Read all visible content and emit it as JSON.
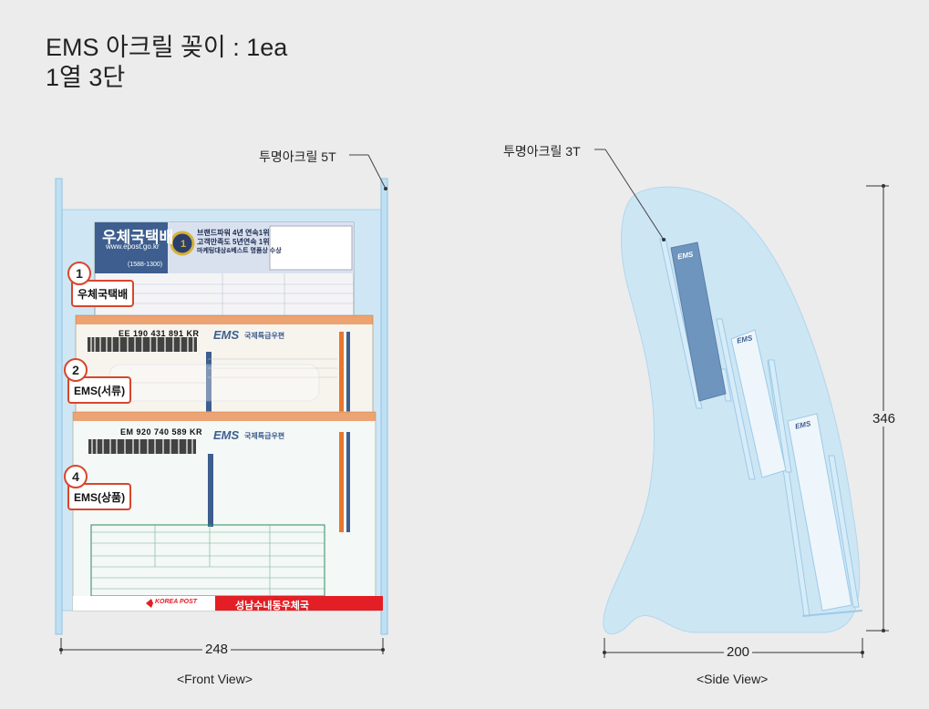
{
  "title": {
    "line1": "EMS 아크릴 꽂이 : 1ea",
    "line2": "1열 3단"
  },
  "front": {
    "acrylic_label": "투명아크릴 5T",
    "width_label": "248",
    "caption": "<Front View>",
    "items": [
      {
        "num": "1",
        "label": "우체국택배"
      },
      {
        "num": "2",
        "label": "EMS(서류)"
      },
      {
        "num": "4",
        "label": "EMS(상품)"
      }
    ],
    "forms": {
      "parcel_title": "우체국택배",
      "parcel_url": "www.epost.go.kr",
      "parcel_phone": "(1588-1300)",
      "parcel_award1": "브랜드파워 4년 연속1위",
      "parcel_award2": "고객만족도 5년연속 1위",
      "parcel_award3": "마케팅대상&베스트 명품상 수상",
      "ems1_barcode": "EE 190 431 891  KR",
      "ems2_barcode": "EM 920 740 589  KR",
      "ems_brand": "EMS",
      "ems_kor": "국제특급우편",
      "korea_post": "KOREA POST",
      "office": "성남수내동우체국"
    }
  },
  "side": {
    "acrylic_label": "투명아크릴 3T",
    "width_label": "200",
    "height_label": "346",
    "caption": "<Side View>",
    "slot_logo": "EMS"
  },
  "colors": {
    "acrylic": "#cfe6f4",
    "acrylic_edge": "#9ccae8",
    "badge_border": "#d8462b",
    "parcel_blue": "#3d5e8f",
    "ems_orange": "#e8772e",
    "post_red": "#e31e24"
  }
}
